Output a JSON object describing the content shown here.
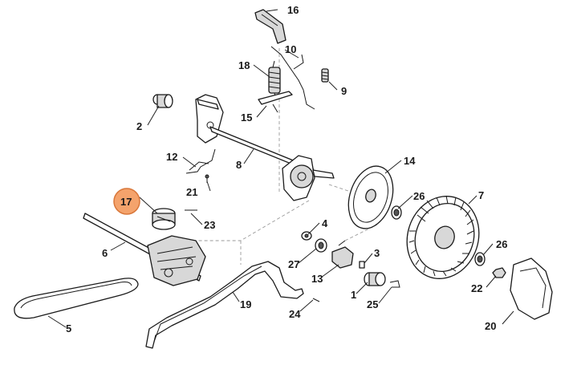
{
  "callouts": [
    {
      "id": "c1",
      "label": "1"
    },
    {
      "id": "c2",
      "label": "2"
    },
    {
      "id": "c3",
      "label": "3"
    },
    {
      "id": "c4",
      "label": "4"
    },
    {
      "id": "c5",
      "label": "5"
    },
    {
      "id": "c6",
      "label": "6"
    },
    {
      "id": "c7",
      "label": "7"
    },
    {
      "id": "c8",
      "label": "8"
    },
    {
      "id": "c9",
      "label": "9"
    },
    {
      "id": "c10",
      "label": "10"
    },
    {
      "id": "c12",
      "label": "12"
    },
    {
      "id": "c13",
      "label": "13"
    },
    {
      "id": "c14",
      "label": "14"
    },
    {
      "id": "c15",
      "label": "15"
    },
    {
      "id": "c16",
      "label": "16"
    },
    {
      "id": "c17",
      "label": "17"
    },
    {
      "id": "c18",
      "label": "18"
    },
    {
      "id": "c19",
      "label": "19"
    },
    {
      "id": "c20",
      "label": "20"
    },
    {
      "id": "c21",
      "label": "21"
    },
    {
      "id": "c22",
      "label": "22"
    },
    {
      "id": "c23",
      "label": "23"
    },
    {
      "id": "c24",
      "label": "24"
    },
    {
      "id": "c25",
      "label": "25"
    },
    {
      "id": "c26a",
      "label": "26"
    },
    {
      "id": "c26b",
      "label": "26"
    },
    {
      "id": "c27",
      "label": "27"
    }
  ],
  "highlight": {
    "label": "17",
    "color": "#f4a36c",
    "border": "#d9773a"
  }
}
